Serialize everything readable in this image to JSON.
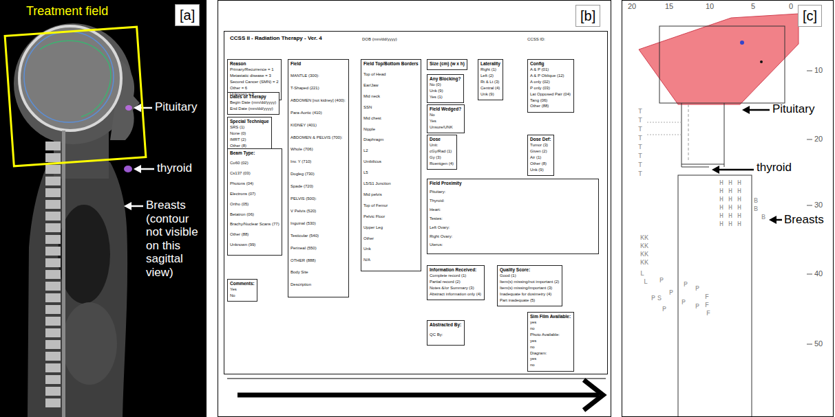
{
  "diagram": {
    "nodes": [
      {
        "text": [
          "[a]"
        ]
      },
      {
        "text": [
          "Treatment field"
        ],
        "in": 0
      },
      {
        "text": [
          "[b]"
        ]
      },
      {
        "text": [
          "CCSS II - Radiation Therapy - Ver. 4",
          "DOB (mm/dd/yyyy)",
          "CCSS ID:"
        ],
        "in": 2
      },
      {
        "text": [
          "Reason",
          "Primary/Recurrence = 1",
          "Metastatic disease = 3",
          "Second Cancer (SMN) = 2",
          "Other = 6",
          "Unknown = 9"
        ],
        "in": 3
      },
      {
        "text": [
          "Dates of Therapy",
          "Begin Date (mm/dd/yyyy)",
          "End Date (mm/dd/yyyy)"
        ],
        "in": 3
      },
      {
        "text": [
          "Special Technique",
          "SRS (1)",
          "None (0)",
          "IMRT (2)",
          "Other (8)"
        ],
        "in": 3
      },
      {
        "text": [
          "Beam Type:",
          "Co60 (02)",
          "Cs137 (03)",
          "Photons (04)",
          "Electrons (07)",
          "Ortho (05)",
          "Betatron (06)",
          "Brachy/Nuclear Scans (77)",
          "Other (88)",
          "Unknown (99)"
        ],
        "in": 3
      },
      {
        "text": [
          "Comments:",
          "Yes",
          "No"
        ],
        "in": 3
      },
      {
        "text": [
          "Field",
          "MANTLE (300):",
          "T-Shaped (221)",
          "ABDOMEN [not kidney] (400):",
          "Para-Aortic (410)",
          "KIDNEY (401)",
          "ABDOMEN & PELVIS (700):",
          "Whole (706)",
          "Inv. Y (710)",
          "Dogleg (730)",
          "Spade (720)",
          "PELVIS (500):",
          "V Pelvis (520)",
          "Inguinal (530)",
          "Testicular (540)",
          "Perineal (550)",
          "OTHER (888)",
          "Body Site",
          "Description"
        ],
        "in": 3
      },
      {
        "text": [
          "Field Top/Bottom Borders",
          "Top of Head",
          "Ear/Jaw",
          "Mid neck",
          "SSN",
          "Mid chest",
          "Nipple",
          "Diaphragm",
          "L2",
          "Umbilicus",
          "L5",
          "L5/S1 Junction",
          "Mid pelvis",
          "Top of Femur",
          "Pelvic Floor",
          "Upper Leg",
          "Other",
          "Unk",
          "N/A"
        ],
        "in": 3
      },
      {
        "text": [
          "Size (cm) (w x h)"
        ],
        "in": 3
      },
      {
        "text": [
          "Laterality",
          "Right (1)",
          "Left (2)",
          "Rt & Lt (3)",
          "Central (4)",
          "Unk (9)"
        ],
        "in": 3
      },
      {
        "text": [
          "Config",
          "A & P (01)",
          "A & P Oblique (12)",
          "A only (02)",
          "P only (03)",
          "Lat Opposed Pair (04)",
          "Tang (06)",
          "Other (88)"
        ],
        "in": 3
      },
      {
        "text": [
          "Any Blocking?",
          "No (0)",
          "Unk (9)",
          "Yes (1)"
        ],
        "in": 3
      },
      {
        "text": [
          "Field Wedged?",
          "No",
          "Yes",
          "Unsure/UNK"
        ],
        "in": 3
      },
      {
        "text": [
          "Dose",
          "Unit:",
          "cGy/Rad (1)",
          "Gy (3)",
          "Roentgen (4)"
        ],
        "in": 3
      },
      {
        "text": [
          "Dose Def:",
          "Tumor (3)",
          "Given (2)",
          "Air (1)",
          "Other (8)",
          "Unk (9)"
        ],
        "in": 3
      },
      {
        "text": [
          "Field Proximity",
          "Pituitary:",
          "Thyroid:",
          "Heart:",
          "Testes:",
          "Left Ovary:",
          "Right Ovary:",
          "Uterus:"
        ],
        "in": 3
      },
      {
        "text": [
          "Information Received:",
          "Complete record (1)",
          "Partial record (2)",
          "Notes &/or Summary (3)",
          "Abstract information only (4)"
        ],
        "in": 3
      },
      {
        "text": [
          "Quality Score:",
          "Good (1)",
          "Item(s) missing/not important (2)",
          "Item(s) missing/important (3)",
          "Inadequate for dosimetry (4)",
          "Part inadequate (5)"
        ],
        "in": 3
      },
      {
        "text": [
          "Sim Film Available:",
          "yes",
          "no",
          "Photo Available:",
          "yes",
          "no",
          "Diagram:",
          "yes",
          "no"
        ],
        "in": 3
      },
      {
        "text": [
          "Abstracted By:",
          "QC By:"
        ],
        "in": 3
      },
      {
        "text": [
          "[c]"
        ]
      }
    ],
    "labels": [
      "Pituitary",
      "thyroid",
      "Breasts (contour not visible on this sagittal view)",
      "20",
      "15",
      "10",
      "5",
      "0",
      "10",
      "20",
      "30",
      "40",
      "50",
      "Pituitary",
      "thyroid",
      "Breasts",
      "T",
      "T",
      "T",
      "T",
      "T",
      "T",
      "T",
      "T",
      "H",
      "H",
      "H",
      "H",
      "H",
      "H",
      "H",
      "H",
      "H",
      "H",
      "H",
      "H",
      "H",
      "H",
      "H",
      "H",
      "H",
      "H",
      "B",
      "B",
      "B",
      "KK",
      "KK",
      "KK",
      "KK",
      "L",
      "L",
      "P",
      "P",
      "P",
      "P",
      "P",
      "S",
      "P",
      "P",
      "P",
      "F",
      "F",
      "F"
    ]
  }
}
